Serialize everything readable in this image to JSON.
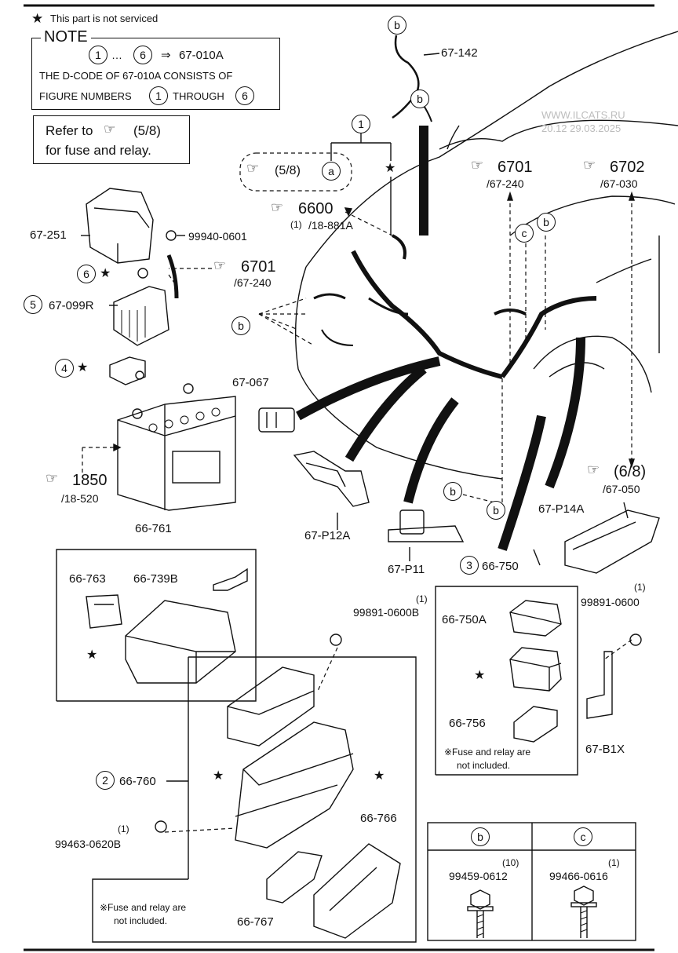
{
  "header": {
    "star_note": "This part is not serviced"
  },
  "note": {
    "title": "NOTE",
    "range_from": "1",
    "range_to": "6",
    "target": "67-010A",
    "line2": "THE D-CODE OF 67-010A CONSISTS OF",
    "line3a": "FIGURE NUMBERS",
    "line3_n1": "1",
    "line3b": "THROUGH",
    "line3_n2": "6"
  },
  "refer": {
    "line1": "Refer to",
    "ref": "(5/8)",
    "line2": "for fuse and relay."
  },
  "watermark": {
    "site": "WWW.ILCATS.RU",
    "date": "20.12 29.03.2025"
  },
  "callouts": {
    "c_58a": {
      "ref": "(5/8)",
      "letter": "a"
    },
    "c_6600": {
      "code": "6600",
      "qty": "(1)",
      "sub": "/18-881A"
    },
    "c_6701_left": {
      "code": "6701",
      "sub": "/67-240"
    },
    "c_6701_right": {
      "code": "6701",
      "sub": "/67-240"
    },
    "c_6702": {
      "code": "6702",
      "sub": "/67-030"
    },
    "c_1850": {
      "code": "1850",
      "sub": "/18-520"
    },
    "c_68": {
      "code": "(6/8)",
      "sub": "/67-050"
    }
  },
  "parts": {
    "p67_142": "67-142",
    "p67_251": "67-251",
    "p99940": "99940-0601",
    "p67_099r": "67-099R",
    "p67_067": "67-067",
    "p67_p12a": "67-P12A",
    "p67_p11": "67-P11",
    "p67_p14a": "67-P14A",
    "p66_761": "66-761",
    "p66_763": "66-763",
    "p66_739b": "66-739B",
    "p99891_l": "99891-0600B",
    "p99891_l_qty": "(1)",
    "p66_750": "66-750",
    "p66_750a": "66-750A",
    "p66_756": "66-756",
    "p99891_r": "99891-0600",
    "p99891_r_qty": "(1)",
    "p67_b1x": "67-B1X",
    "p66_760": "66-760",
    "p99463": "99463-0620B",
    "p99463_qty": "(1)",
    "p66_766": "66-766",
    "p66_767": "66-767"
  },
  "index_numbers": {
    "n1": "1",
    "n2": "2",
    "n3": "3",
    "n4": "4",
    "n5": "5",
    "n6": "6"
  },
  "letters": {
    "b": "b",
    "c": "c"
  },
  "fuse_note_right": {
    "line1": "※Fuse and relay are",
    "line2": "not included."
  },
  "fuse_note_left": {
    "line1": "※Fuse and relay are",
    "line2": "not included."
  },
  "bolt_table": {
    "col_b": {
      "letter": "b",
      "qty": "(10)",
      "part": "99459-0612"
    },
    "col_c": {
      "letter": "c",
      "qty": "(1)",
      "part": "99466-0616"
    }
  }
}
